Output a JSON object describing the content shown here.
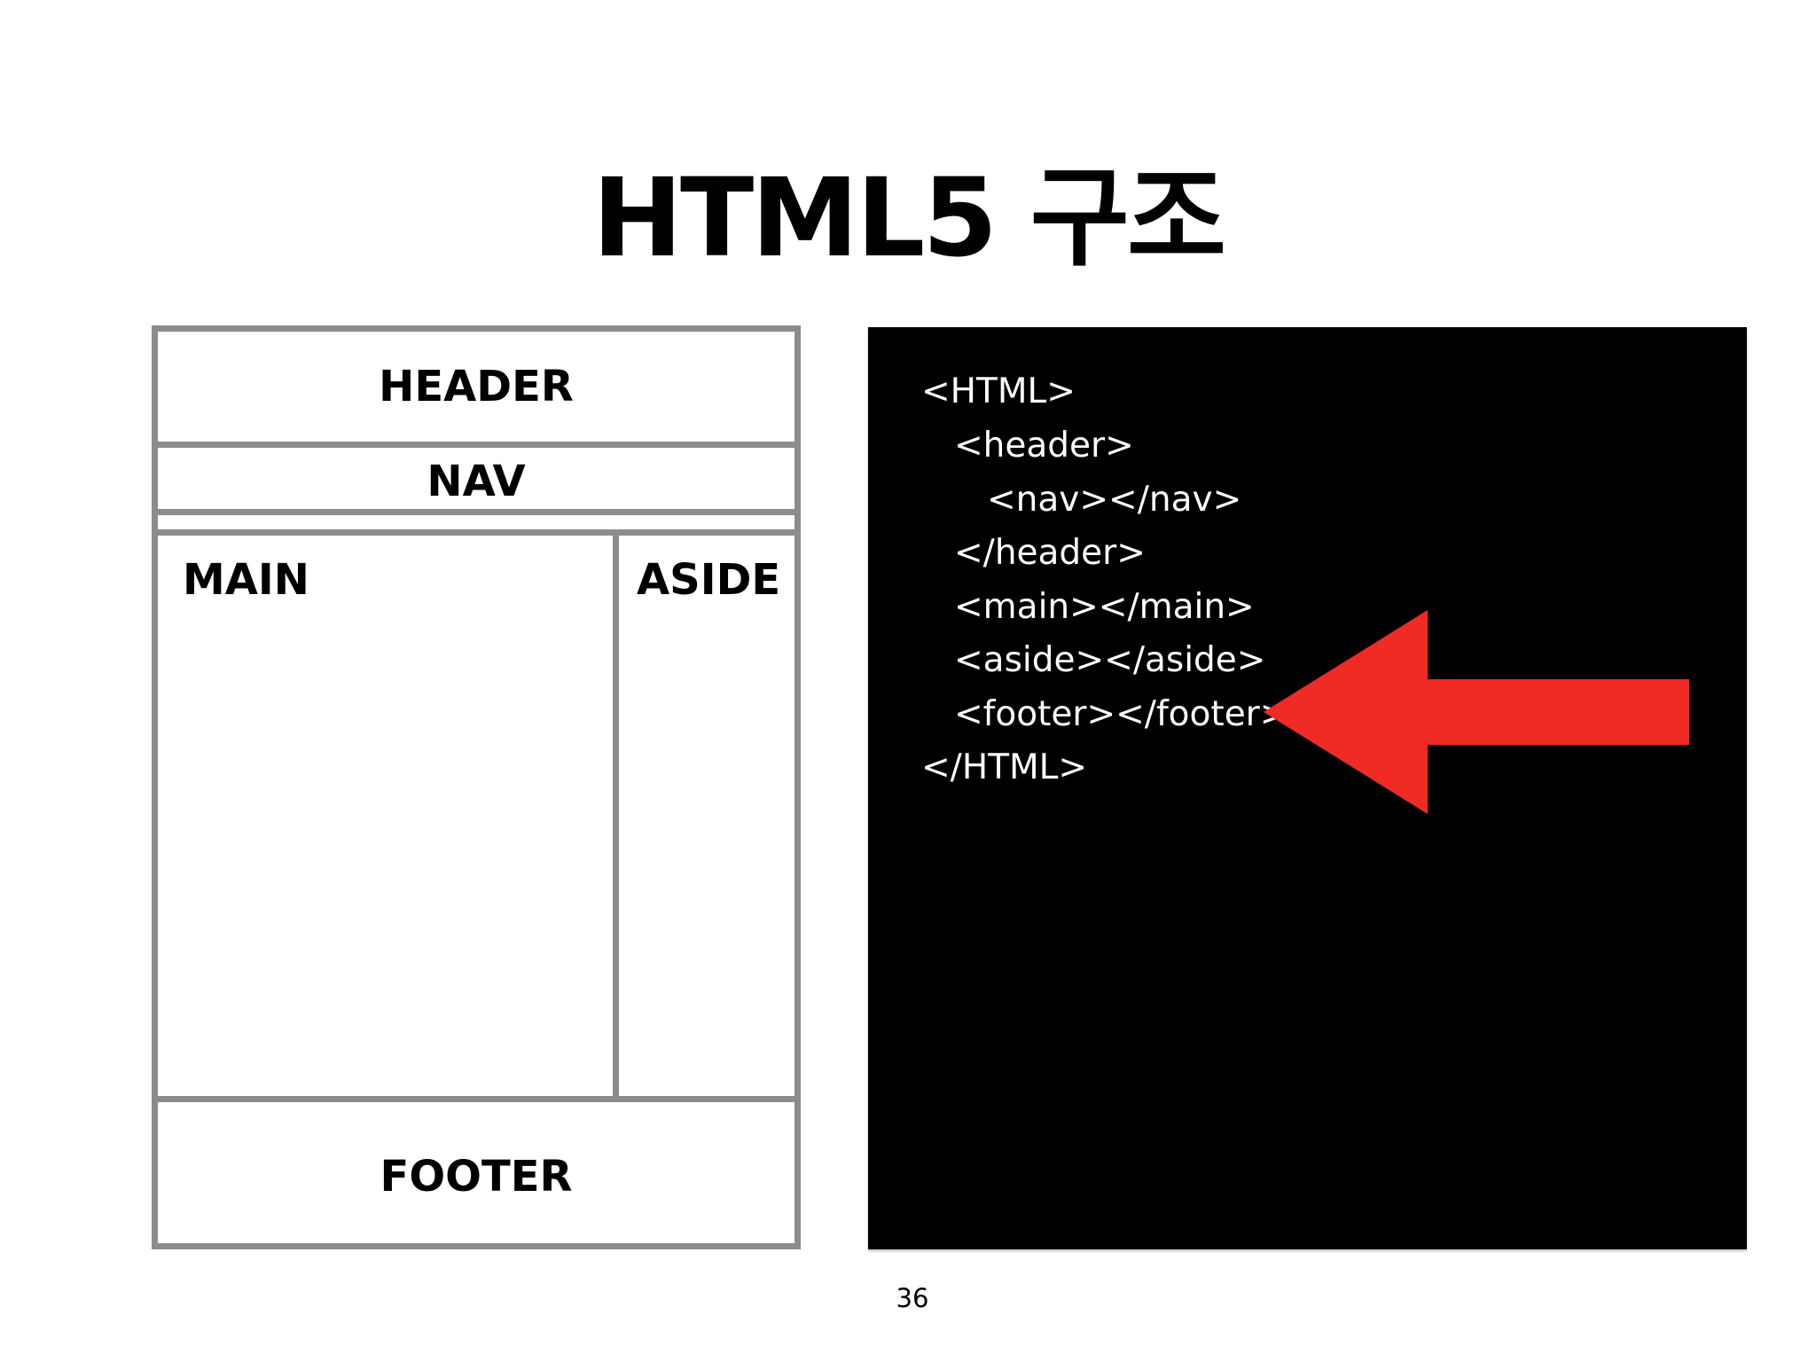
{
  "slide": {
    "title": "HTML5 구조",
    "page_number": "36"
  },
  "wireframe": {
    "header_label": "HEADER",
    "nav_label": "NAV",
    "main_label": "MAIN",
    "aside_label": "ASIDE",
    "footer_label": "FOOTER",
    "border_color": "#8c8c8c"
  },
  "code": {
    "lines": [
      "<HTML>",
      "<header>",
      "<nav></nav>",
      "</header>",
      "<main></main>",
      "<aside></aside>",
      "<footer></footer>",
      "</HTML>"
    ],
    "background_color": "#000000",
    "text_color": "#ffffff"
  },
  "arrow": {
    "icon": "left-arrow-icon",
    "color": "#f02a25"
  }
}
